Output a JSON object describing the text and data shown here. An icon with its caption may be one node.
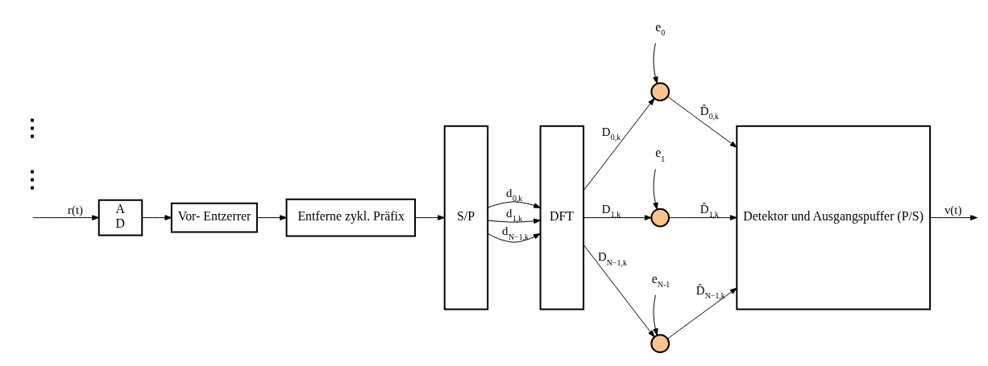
{
  "diagram": {
    "nodes": [
      {
        "text": [
          "A",
          "D"
        ]
      },
      {
        "text": [
          "Vor- Entzerrer"
        ]
      },
      {
        "text": [
          "Entferne zykl. Präfix"
        ]
      },
      {
        "text": [
          "S/P"
        ]
      },
      {
        "text": [
          "DFT"
        ]
      },
      {
        "text": [
          "e$_{0}$"
        ]
      },
      {
        "text": [],
        "shape": "circle"
      },
      {
        "text": [
          "e$_{1}$"
        ]
      },
      {
        "text": [],
        "shape": "circle"
      },
      {
        "text": [
          "e$_{N-1}$"
        ]
      },
      {
        "text": [],
        "shape": "circle"
      },
      {
        "text": [
          "Detektor und Ausgangspuffer (P/S)"
        ]
      }
    ],
    "edges": [
      {
        "from": null,
        "to": 0,
        "arrow": "to",
        "label": "r(t)"
      },
      {
        "from": 0,
        "to": 1,
        "arrow": "to"
      },
      {
        "from": 1,
        "to": 2,
        "arrow": "to"
      },
      {
        "from": 2,
        "to": 3,
        "arrow": "to"
      },
      {
        "from": 3,
        "to": 4,
        "arrow": "to",
        "label": "d$_{0,k}$"
      },
      {
        "from": 3,
        "to": 4,
        "arrow": "to",
        "label": "d$_{1,k}$"
      },
      {
        "from": 3,
        "to": 4,
        "arrow": "to",
        "label": "d$_{N−1,k}$"
      },
      {
        "from": 4,
        "to": 6,
        "arrow": "to",
        "label": "D$_{0,k}$"
      },
      {
        "from": 5,
        "to": 6,
        "arrow": "to"
      },
      {
        "from": 6,
        "to": 11,
        "arrow": "to",
        "label": "D̂$_{0,k}$"
      },
      {
        "from": 4,
        "to": 8,
        "arrow": "to",
        "label": "D$_{1,k}$"
      },
      {
        "from": 7,
        "to": 8,
        "arrow": "to"
      },
      {
        "from": 8,
        "to": 11,
        "arrow": "to",
        "label": "D̂$_{1,k}$"
      },
      {
        "from": 4,
        "to": 10,
        "arrow": "to",
        "label": "D$_{N−1,k}$"
      },
      {
        "from": 9,
        "to": 10,
        "arrow": "to"
      },
      {
        "from": 10,
        "to": 11,
        "arrow": "to",
        "label": "D̂$_{N−1,k}$"
      },
      {
        "from": 11,
        "to": null,
        "arrow": "to",
        "label": "v(t)"
      }
    ],
    "labels": [
      "⋮",
      "⋮"
    ]
  }
}
